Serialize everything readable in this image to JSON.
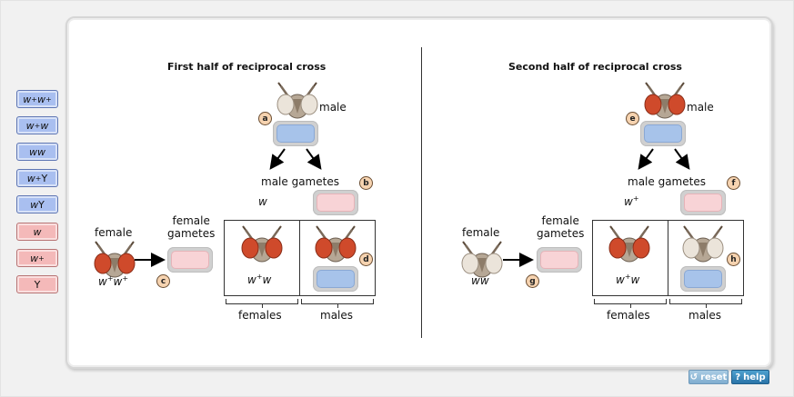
{
  "left_panel": {
    "title": "First half of reciprocal cross",
    "male_label": "male",
    "male_gametes_label": "male gametes",
    "male_gamete_genotype": "w",
    "female_label": "female",
    "female_gametes_label_line1": "female",
    "female_gametes_label_line2": "gametes",
    "female_genotype_base1": "w",
    "female_genotype_sup1": "+",
    "female_genotype_base2": "w",
    "female_genotype_sup2": "+",
    "offspring_female_base1": "w",
    "offspring_female_sup1": "+",
    "offspring_female_base2": "w",
    "females_label": "females",
    "males_label": "males",
    "badges": [
      "a",
      "b",
      "c",
      "d"
    ]
  },
  "right_panel": {
    "title": "Second half of reciprocal cross",
    "male_label": "male",
    "male_gametes_label": "male gametes",
    "male_gamete_base": "w",
    "male_gamete_sup": "+",
    "female_label": "female",
    "female_gametes_label_line1": "female",
    "female_gametes_label_line2": "gametes",
    "female_genotype": "ww",
    "offspring_female_base1": "w",
    "offspring_female_sup1": "+",
    "offspring_female_base2": "w",
    "females_label": "females",
    "males_label": "males",
    "badges": [
      "e",
      "f",
      "g",
      "h"
    ]
  },
  "chips": [
    {
      "base1": "w",
      "sup1": "+",
      "base2": "w",
      "sup2": "+",
      "color": "blue"
    },
    {
      "base1": "w",
      "sup1": "+",
      "base2": "w",
      "sup2": "",
      "color": "blue"
    },
    {
      "base1": "ww",
      "sup1": "",
      "base2": "",
      "sup2": "",
      "color": "blue"
    },
    {
      "base1": "w",
      "sup1": "+",
      "base2": "Y",
      "sup2": "",
      "color": "blue"
    },
    {
      "base1": "w",
      "sup1": "",
      "base2": "Y",
      "sup2": "",
      "color": "blue"
    },
    {
      "base1": "w",
      "sup1": "",
      "base2": "",
      "sup2": "",
      "color": "pink"
    },
    {
      "base1": "w",
      "sup1": "+",
      "base2": "",
      "sup2": "",
      "color": "pink"
    },
    {
      "base1": "Y",
      "sup1": "",
      "base2": "",
      "sup2": "",
      "color": "pink"
    }
  ],
  "controls": {
    "reset_label": "reset",
    "help_label": "help",
    "reset_icon": "refresh-icon",
    "help_icon": "question-icon"
  },
  "colors": {
    "blue_target": "#a7c3ea",
    "pink_target": "#f8d3d6",
    "badge": "#f6d3b0",
    "red_eye": "#d2472a",
    "white_eye": "#e9e2d8"
  }
}
